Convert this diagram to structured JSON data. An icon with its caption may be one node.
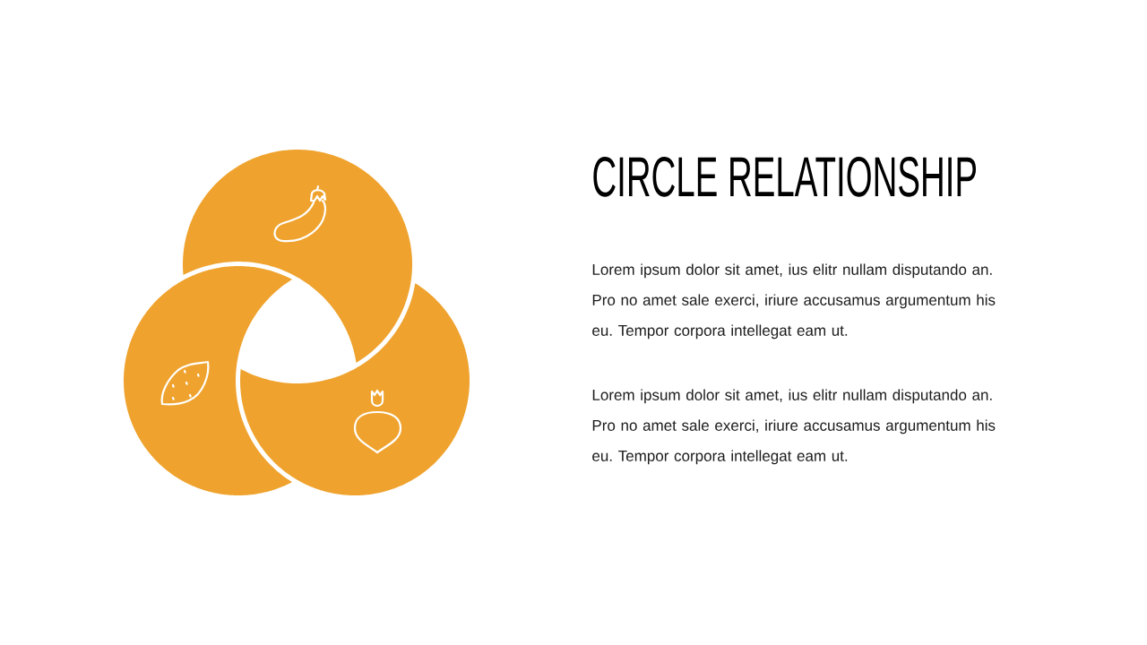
{
  "diagram": {
    "title": "CIRCLE RELATIONSHIP",
    "nodes": [
      {
        "text": [],
        "shape": "circle"
      },
      {
        "text": [],
        "shape": "circle"
      },
      {
        "text": [],
        "shape": "circle"
      }
    ],
    "labels": [
      "Lorem ipsum dolor sit amet, ius elitr nullam disputando an. Pro no amet sale exerci, iriure accusamus argumentum his eu. Tempor corpora intellegat eam ut.",
      "Lorem ipsum dolor sit amet, ius elitr nullam disputando an. Pro no amet sale exerci, iriure accusamus argumentum his eu. Tempor corpora intellegat eam ut."
    ]
  }
}
